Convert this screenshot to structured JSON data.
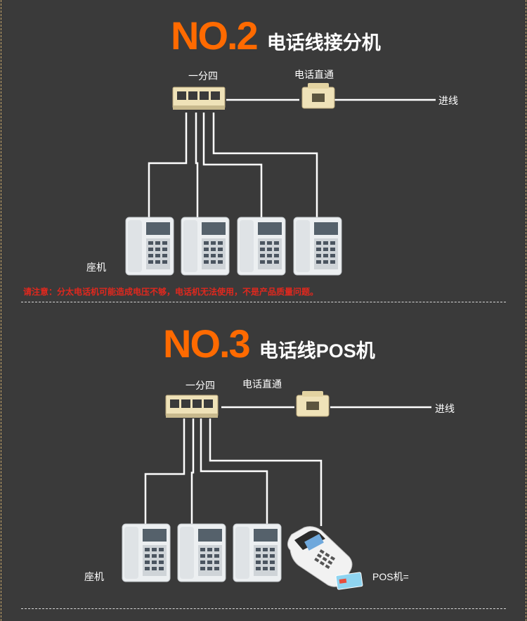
{
  "sections": [
    {
      "number": "NO.2",
      "title": "电话线接分机",
      "splitter_label": "一分四",
      "coupler_label": "电话直通",
      "incoming_label": "进线",
      "device_label": "座机",
      "warning": "请注意：分太电话机可能造成电压不够，电话机无法使用，不是产品质量问题。"
    },
    {
      "number": "NO.3",
      "title": "电话线POS机",
      "splitter_label": "一分四",
      "coupler_label": "电话直通",
      "incoming_label": "进线",
      "device_label": "座机",
      "pos_label": "POS机="
    }
  ],
  "colors": {
    "background": "#3a3a3a",
    "accent": "#ff6a00",
    "warning": "#e0281e",
    "line": "#ffffff"
  }
}
